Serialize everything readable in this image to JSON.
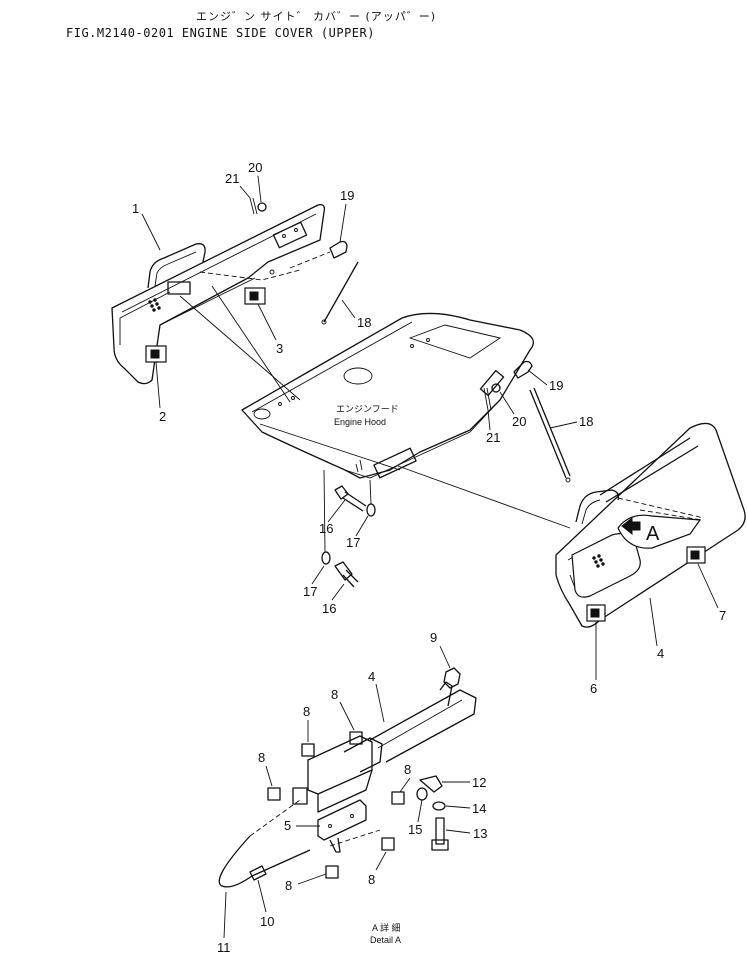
{
  "header": {
    "title_jp": "エンジ゛ン サイト゛ カバ゛ー (アッパ゛ー)",
    "title_en": "FIG.M2140-0201  ENGINE SIDE COVER (UPPER)"
  },
  "hood_label": {
    "jp": "エンジンフード",
    "en": "Engine Hood"
  },
  "detail_callout": "A",
  "detail_caption": {
    "jp": "A  詳 細",
    "en": "Detail A"
  },
  "part_numbers": {
    "p1": "1",
    "p2": "2",
    "p3": "3",
    "p4a": "4",
    "p4b": "4",
    "p5": "5",
    "p6": "6",
    "p7": "7",
    "p8a": "8",
    "p8b": "8",
    "p8c": "8",
    "p8d": "8",
    "p8e": "8",
    "p8f": "8",
    "p9": "9",
    "p10": "10",
    "p11": "11",
    "p12": "12",
    "p13": "13",
    "p14": "14",
    "p15": "15",
    "p16a": "16",
    "p16b": "16",
    "p17a": "17",
    "p17b": "17",
    "p18a": "18",
    "p18b": "18",
    "p19a": "19",
    "p19b": "19",
    "p20a": "20",
    "p20b": "20",
    "p21a": "21",
    "p21b": "21"
  }
}
